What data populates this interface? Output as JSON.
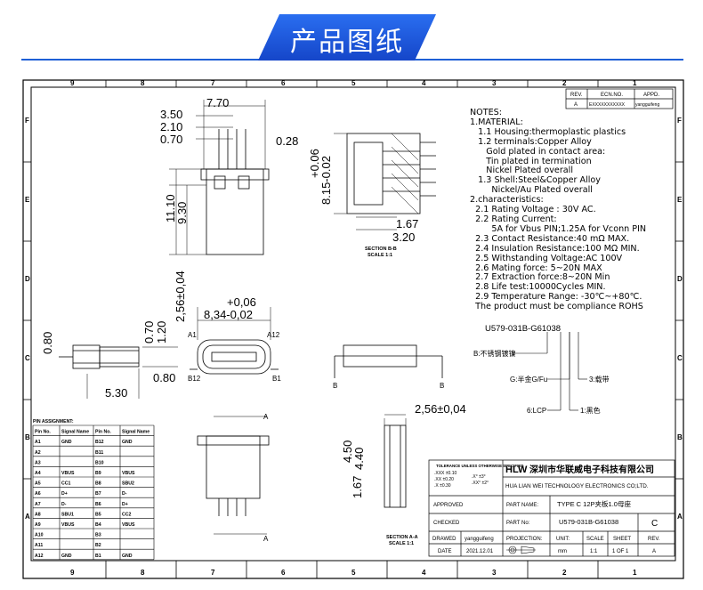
{
  "banner": {
    "title": "产品图纸"
  },
  "grid": {
    "top_cols": [
      "9",
      "8",
      "7",
      "6",
      "5",
      "4",
      "3",
      "2",
      "1"
    ],
    "bottom_cols": [
      "9",
      "8",
      "7",
      "6",
      "5",
      "4",
      "3",
      "2",
      "1"
    ],
    "rows": [
      "F",
      "E",
      "D",
      "C",
      "B",
      "A"
    ]
  },
  "revision": {
    "headers": [
      "REV.",
      "ECN.NO.",
      "APPD."
    ],
    "row": [
      "A",
      "EXXXXXXXXXXX",
      "yangguifeng"
    ]
  },
  "notes": [
    "NOTES:",
    "1.MATERIAL:",
    "   1.1 Housing:thermoplastic plastics",
    "   1.2 terminals:Copper Alloy",
    "      Gold plated in contact area:",
    "      Tin plated in termination",
    "      Nickel Plated overall",
    "   1.3 Shell:Steel&Copper Alloy",
    "        Nickel/Au Plated overall",
    "2.characteristics:",
    "  2.1 Rating Voltage : 30V AC.",
    "  2.2 Rating Current:",
    "        5A for Vbus PIN;1.25A for Vconn PIN",
    "  2.3 Contact Resistance:40 mΩ MAX.",
    "  2.4 Insulation Resistance:100 MΩ MIN.",
    "  2.5 Withstanding Voltage:AC 100V",
    "  2.6 Mating force: 5~20N MAX",
    "  2.7 Extraction force:8~20N Min",
    "  2.8 Life test:10000Cycles MIN.",
    "  2.9 Temperature Range: -30℃~+80℃.",
    "  The product must be compliance ROHS"
  ],
  "part_code": {
    "code": "U579-031B-G61038",
    "b_label": "B:不锈钢镀镍",
    "g_label": "G:半金G/Fu",
    "three_label": "3:载带",
    "six_label": "6:LCP",
    "one_label": "1:黑色"
  },
  "dims": {
    "top_770": "7.70",
    "top_350": "3.50",
    "top_210": "2.10",
    "top_070": "0.70",
    "top_028": "0.28",
    "v_1110": "11.10",
    "v_930": "9.30",
    "sec_006": "+0.06",
    "sec_815": "8.15-0.02",
    "sec_167": "1.67",
    "sec_320": "3.20",
    "sec_label1": "SECTION B-B",
    "scale1": "SCALE 1:1",
    "front_006": "+0,06",
    "front_834": "8,34-0,02",
    "front_256": "2,56±0,04",
    "a1": "A1",
    "a12": "A12",
    "b12": "B12",
    "b1": "B1",
    "side_080": "0.80",
    "side_070": "0.70",
    "side_120": "1.20",
    "side_530": "5.30",
    "side_080b": "0.80",
    "b_mark": "B",
    "bot_256": "2,56±0,04",
    "bot_450": "4.50",
    "bot_440": "4.40",
    "bot_167": "1.67",
    "a_mark": "A",
    "sec_label2": "SECTION A-A",
    "scale2": "SCALE 1:1"
  },
  "pin_table": {
    "title": "PIN ASSIGNMENT:",
    "headers": [
      "Pin No.",
      "Signal Name",
      "Pin No.",
      "Signal Name"
    ],
    "rows": [
      [
        "A1",
        "GND",
        "B12",
        "GND"
      ],
      [
        "A2",
        "",
        "B11",
        ""
      ],
      [
        "A3",
        "",
        "B10",
        ""
      ],
      [
        "A4",
        "VBUS",
        "B9",
        "VBUS"
      ],
      [
        "A5",
        "CC1",
        "B8",
        "SBU2"
      ],
      [
        "A6",
        "D+",
        "B7",
        "D-"
      ],
      [
        "A7",
        "D-",
        "B6",
        "D+"
      ],
      [
        "A8",
        "SBU1",
        "B5",
        "CC2"
      ],
      [
        "A9",
        "VBUS",
        "B4",
        "VBUS"
      ],
      [
        "A10",
        "",
        "B3",
        ""
      ],
      [
        "A11",
        "",
        "B2",
        ""
      ],
      [
        "A12",
        "GND",
        "B1",
        "GND"
      ]
    ]
  },
  "title_block": {
    "tolerance_title": "TOLERANCE UNLESS OTHERWISE SPECIFIED",
    "tol_lines": [
      ".XXX ±0.10",
      ".XX  ±0.20",
      ".X   ±0.30"
    ],
    "tol_angles": [
      ".X° ±3°",
      ".XX° ±2°"
    ],
    "company_logo": "HLW",
    "company_cn": "深圳市华联威电子科技有限公司",
    "company_en": "HUA LIAN WEI TECHNOLOGY ELECTRONICS CO;LTD.",
    "approved": "APPROVED",
    "part_name_label": "PART NAME:",
    "part_name": "TYPE C 12P夹板1.0母座",
    "checked": "CHECKED",
    "part_no_label": "PART No:",
    "part_no": "U579-031B-G61038",
    "rev_value": "C",
    "drawed": "DRAWED",
    "drawer": "yangguifeng",
    "projection": "PROJECTION:",
    "unit_label": "UNIT:",
    "scale_label": "SCALE",
    "sheet_label": "SHEET",
    "rev_label": "REV.",
    "date_label": "DATE",
    "date": "2021.12.01",
    "unit": "mm",
    "scale": "1:1",
    "sheet": "1 OF 1",
    "rev": "A"
  }
}
